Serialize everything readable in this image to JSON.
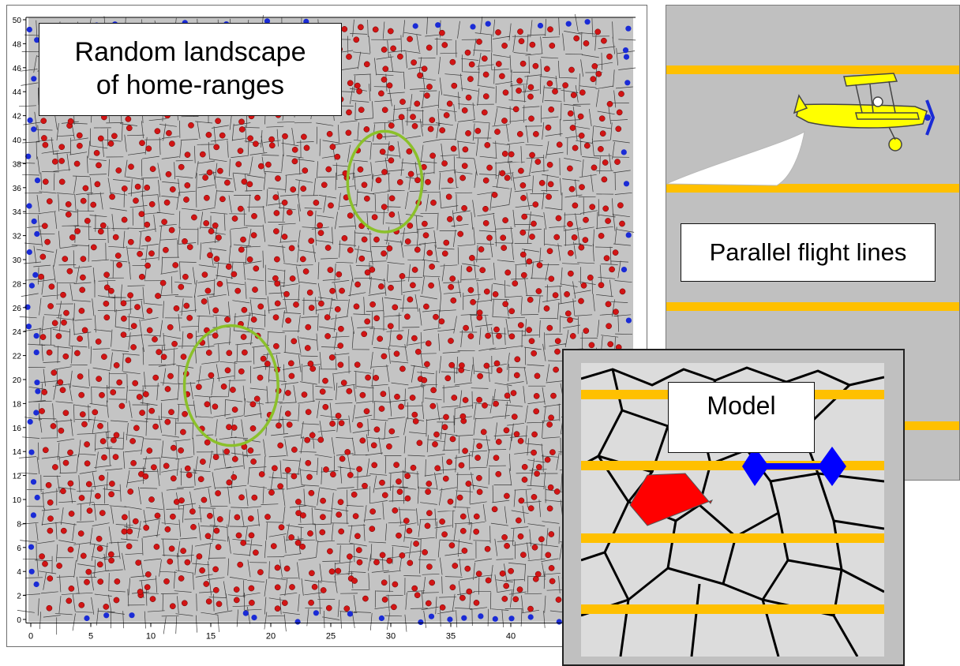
{
  "landscape": {
    "title_lines": [
      "Random landscape",
      "of home-ranges"
    ],
    "x_ticks": [
      0,
      5,
      10,
      15,
      20,
      25,
      30,
      35,
      40
    ],
    "y_ticks": [
      0,
      2,
      4,
      6,
      8,
      10,
      12,
      14,
      16,
      18,
      20,
      22,
      24,
      26,
      28,
      30,
      32,
      34,
      36,
      38,
      40,
      42,
      44,
      46,
      48,
      50
    ],
    "colors": {
      "background": "#c4c4c4",
      "interior_points": "#d11414",
      "edge_points": "#1a2bd6",
      "highlight_ellipses": "#8bc02a",
      "cell_edges": "#3a3a3a"
    },
    "highlights": [
      {
        "center_x": 29.5,
        "center_y": 36.5,
        "radius_x": 3.1,
        "radius_y": 4.2
      },
      {
        "center_x": 16.7,
        "center_y": 19.5,
        "radius_x": 3.9,
        "radius_y": 5.0
      }
    ]
  },
  "flight": {
    "title": "Parallel flight lines",
    "colors": {
      "background": "#c0c0c0",
      "lines": "#ffc000",
      "plane": "#ffff00"
    }
  },
  "model": {
    "title": "Model",
    "colors": {
      "background": "#dcdcdc",
      "lines": "#ffc000",
      "cells": "#000000",
      "detected_range": "#ff0000",
      "transect": "#0000ff"
    }
  }
}
